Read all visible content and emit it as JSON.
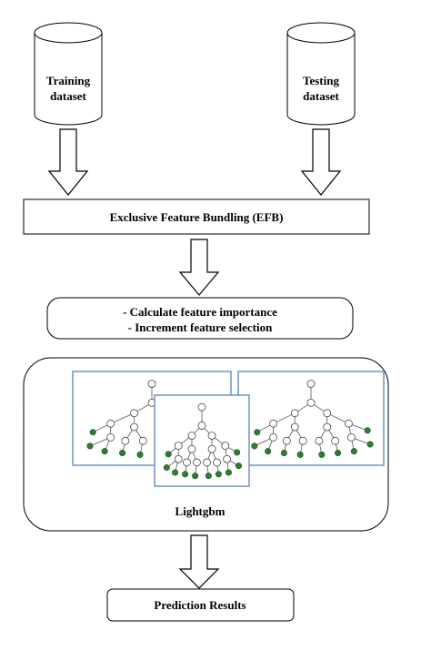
{
  "nodes": {
    "training": {
      "line1": "Training",
      "line2": "dataset"
    },
    "testing": {
      "line1": "Testing",
      "line2": "dataset"
    },
    "efb": "Exclusive Feature Bundling (EFB)",
    "feature": {
      "line1": "- Calculate feature importance",
      "line2": "- Increment feature selection"
    },
    "lightgbm": "Lightgbm",
    "prediction": "Prediction Results"
  },
  "colors": {
    "tree_panel_border": "#6b93c4",
    "leaf_node": "#2e7d32"
  },
  "icons": {
    "dataset": "cylinder-database-icon",
    "tree": "decision-tree-icon"
  }
}
